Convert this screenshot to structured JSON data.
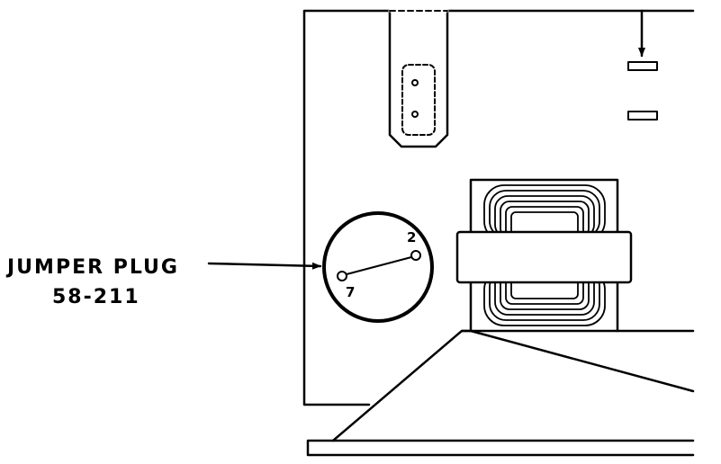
{
  "callout": {
    "title": "JUMPER PLUG",
    "part_number": "58-211"
  },
  "plug": {
    "pin_a": "2",
    "pin_b": "7"
  },
  "colors": {
    "line": "#000000",
    "background": "#ffffff"
  }
}
